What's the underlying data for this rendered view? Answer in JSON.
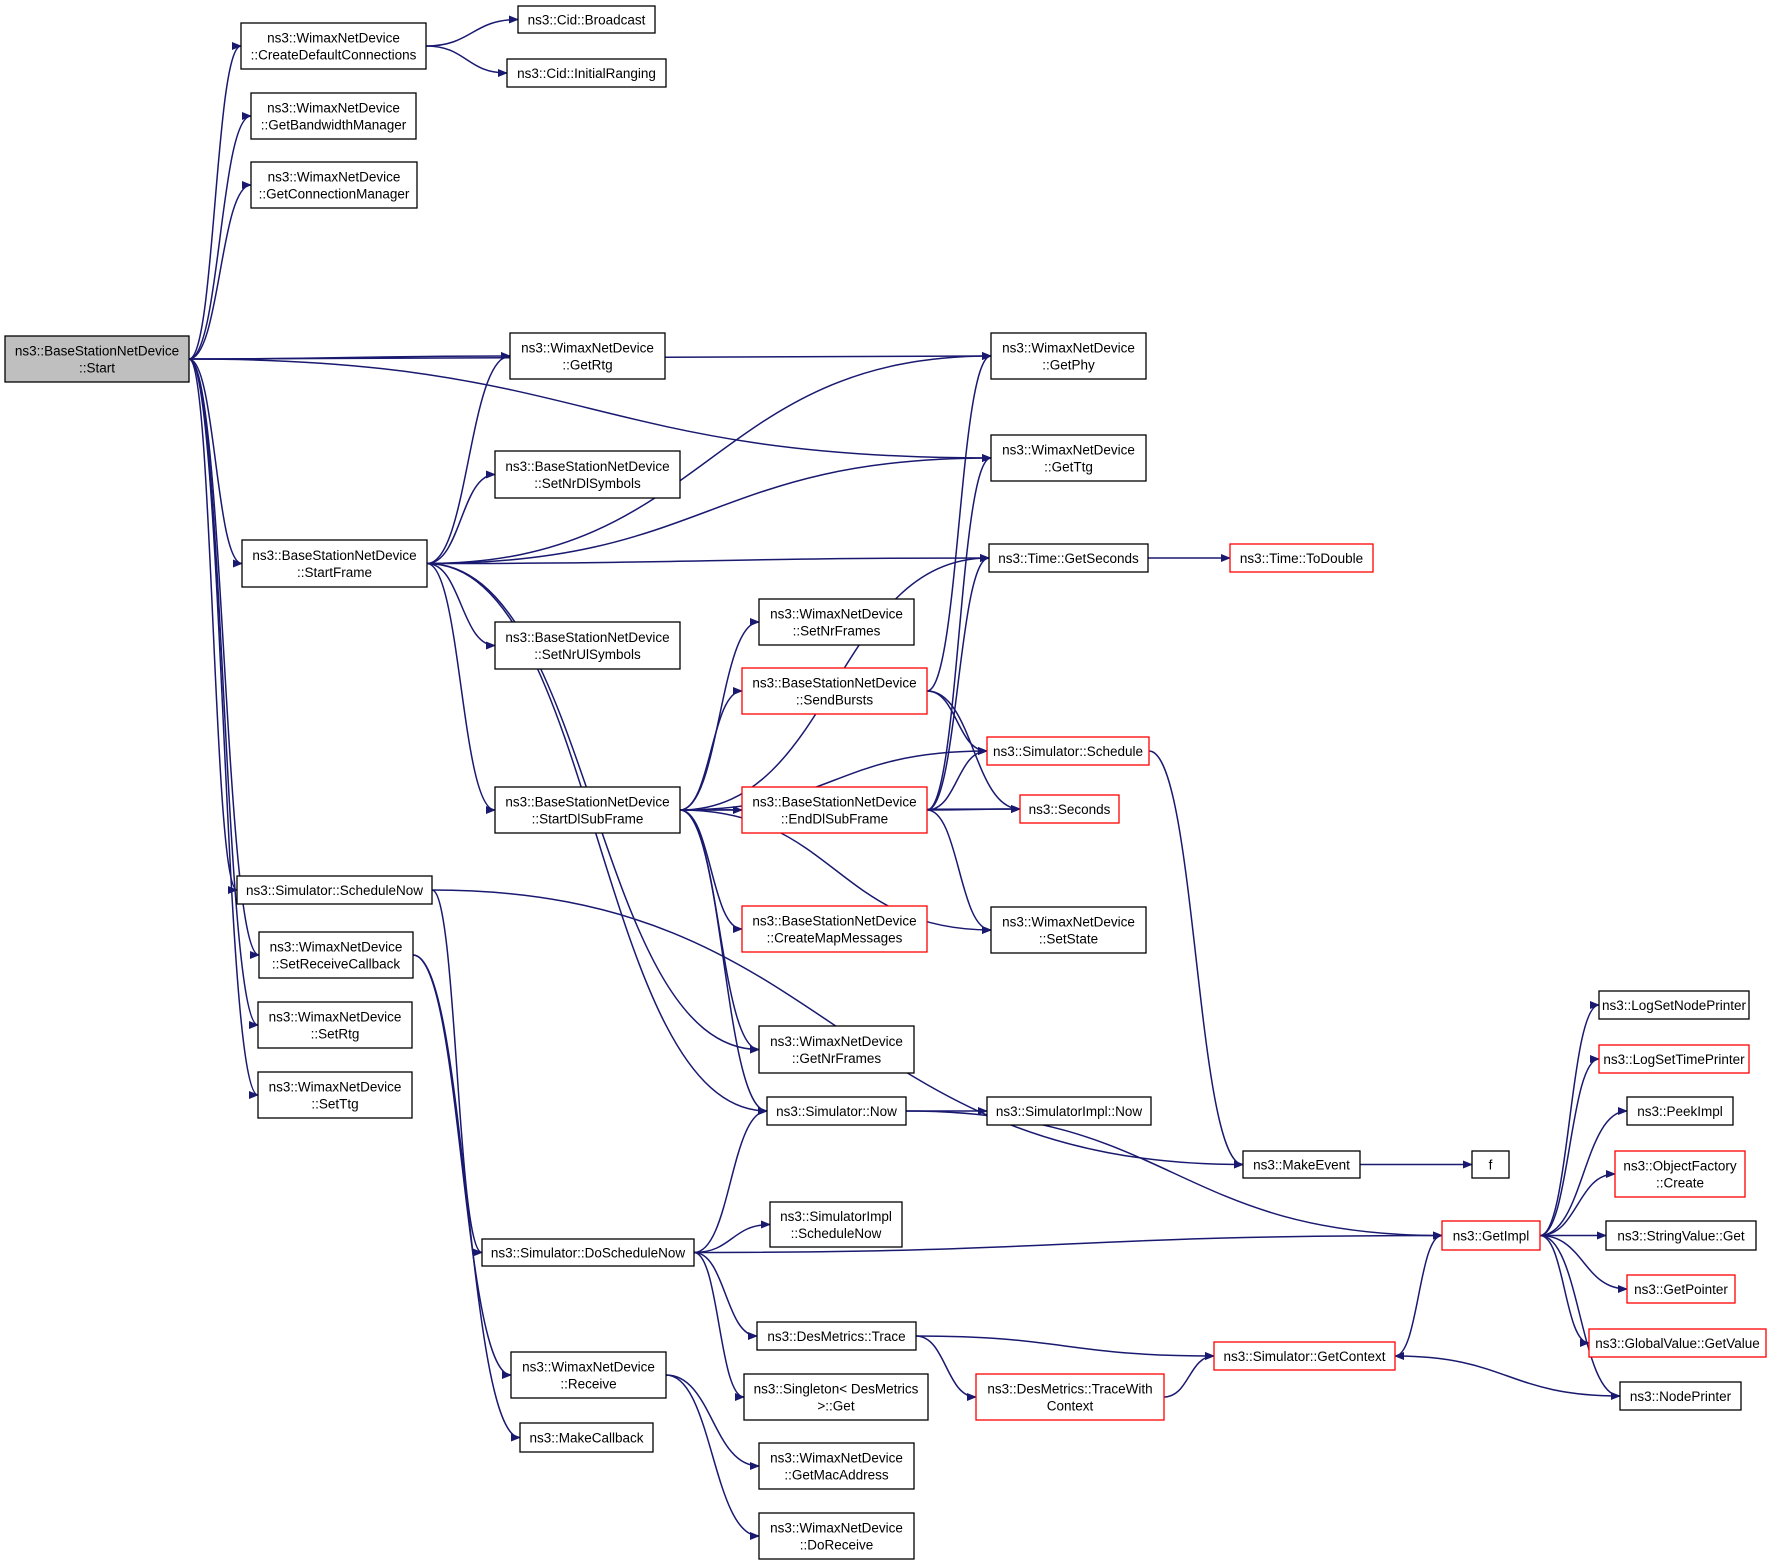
{
  "colors": {
    "edge": "#191970",
    "node_border": "#000000",
    "truncated_node_border": "#ff0000",
    "root_fill": "#bfbfbf",
    "background": "#ffffff"
  },
  "nodes": {
    "start": {
      "lines": [
        "ns3::BaseStationNetDevice",
        "::Start"
      ],
      "style": "root"
    },
    "create_default_connections": {
      "lines": [
        "ns3::WimaxNetDevice",
        "::CreateDefaultConnections"
      ],
      "style": "normal"
    },
    "get_bandwidth_manager": {
      "lines": [
        "ns3::WimaxNetDevice",
        "::GetBandwidthManager"
      ],
      "style": "normal"
    },
    "get_connection_manager": {
      "lines": [
        "ns3::WimaxNetDevice",
        "::GetConnectionManager"
      ],
      "style": "normal"
    },
    "cid_broadcast": {
      "lines": [
        "ns3::Cid::Broadcast"
      ],
      "style": "normal"
    },
    "cid_initial_ranging": {
      "lines": [
        "ns3::Cid::InitialRanging"
      ],
      "style": "normal"
    },
    "get_rtg": {
      "lines": [
        "ns3::WimaxNetDevice",
        "::GetRtg"
      ],
      "style": "normal"
    },
    "get_phy": {
      "lines": [
        "ns3::WimaxNetDevice",
        "::GetPhy"
      ],
      "style": "normal"
    },
    "get_ttg": {
      "lines": [
        "ns3::WimaxNetDevice",
        "::GetTtg"
      ],
      "style": "normal"
    },
    "set_nr_dl_symbols": {
      "lines": [
        "ns3::BaseStationNetDevice",
        "::SetNrDlSymbols"
      ],
      "style": "normal"
    },
    "start_frame": {
      "lines": [
        "ns3::BaseStationNetDevice",
        "::StartFrame"
      ],
      "style": "normal"
    },
    "time_get_seconds": {
      "lines": [
        "ns3::Time::GetSeconds"
      ],
      "style": "normal"
    },
    "time_to_double": {
      "lines": [
        "ns3::Time::ToDouble"
      ],
      "style": "truncated"
    },
    "set_nr_frames": {
      "lines": [
        "ns3::WimaxNetDevice",
        "::SetNrFrames"
      ],
      "style": "normal"
    },
    "set_nr_ul_symbols": {
      "lines": [
        "ns3::BaseStationNetDevice",
        "::SetNrUlSymbols"
      ],
      "style": "normal"
    },
    "send_bursts": {
      "lines": [
        "ns3::BaseStationNetDevice",
        "::SendBursts"
      ],
      "style": "truncated"
    },
    "simulator_schedule": {
      "lines": [
        "ns3::Simulator::Schedule"
      ],
      "style": "truncated"
    },
    "start_dl_subframe": {
      "lines": [
        "ns3::BaseStationNetDevice",
        "::StartDlSubFrame"
      ],
      "style": "normal"
    },
    "end_dl_subframe": {
      "lines": [
        "ns3::BaseStationNetDevice",
        "::EndDlSubFrame"
      ],
      "style": "truncated"
    },
    "seconds": {
      "lines": [
        "ns3::Seconds"
      ],
      "style": "truncated"
    },
    "simulator_schedule_now": {
      "lines": [
        "ns3::Simulator::ScheduleNow"
      ],
      "style": "normal"
    },
    "create_map_messages": {
      "lines": [
        "ns3::BaseStationNetDevice",
        "::CreateMapMessages"
      ],
      "style": "truncated"
    },
    "set_state": {
      "lines": [
        "ns3::WimaxNetDevice",
        "::SetState"
      ],
      "style": "normal"
    },
    "set_receive_callback": {
      "lines": [
        "ns3::WimaxNetDevice",
        "::SetReceiveCallback"
      ],
      "style": "normal"
    },
    "set_rtg": {
      "lines": [
        "ns3::WimaxNetDevice",
        "::SetRtg"
      ],
      "style": "normal"
    },
    "set_ttg": {
      "lines": [
        "ns3::WimaxNetDevice",
        "::SetTtg"
      ],
      "style": "normal"
    },
    "log_set_node_printer": {
      "lines": [
        "ns3::LogSetNodePrinter"
      ],
      "style": "normal"
    },
    "get_nr_frames": {
      "lines": [
        "ns3::WimaxNetDevice",
        "::GetNrFrames"
      ],
      "style": "normal"
    },
    "log_set_time_printer": {
      "lines": [
        "ns3::LogSetTimePrinter"
      ],
      "style": "truncated"
    },
    "simulator_now": {
      "lines": [
        "ns3::Simulator::Now"
      ],
      "style": "normal"
    },
    "simulator_impl_now": {
      "lines": [
        "ns3::SimulatorImpl::Now"
      ],
      "style": "normal"
    },
    "peek_impl": {
      "lines": [
        "ns3::PeekImpl"
      ],
      "style": "normal"
    },
    "make_event": {
      "lines": [
        "ns3::MakeEvent"
      ],
      "style": "normal"
    },
    "f": {
      "lines": [
        "f"
      ],
      "style": "normal"
    },
    "object_factory_create": {
      "lines": [
        "ns3::ObjectFactory",
        "::Create"
      ],
      "style": "truncated"
    },
    "simulator_impl_schedule_now": {
      "lines": [
        "ns3::SimulatorImpl",
        "::ScheduleNow"
      ],
      "style": "normal"
    },
    "simulator_do_schedule_now": {
      "lines": [
        "ns3::Simulator::DoScheduleNow"
      ],
      "style": "normal"
    },
    "get_impl": {
      "lines": [
        "ns3::GetImpl"
      ],
      "style": "truncated"
    },
    "string_value_get": {
      "lines": [
        "ns3::StringValue::Get"
      ],
      "style": "normal"
    },
    "get_pointer": {
      "lines": [
        "ns3::GetPointer"
      ],
      "style": "truncated"
    },
    "des_metrics_trace": {
      "lines": [
        "ns3::DesMetrics::Trace"
      ],
      "style": "normal"
    },
    "global_value_get_value": {
      "lines": [
        "ns3::GlobalValue::GetValue"
      ],
      "style": "truncated"
    },
    "simulator_get_context": {
      "lines": [
        "ns3::Simulator::GetContext"
      ],
      "style": "truncated"
    },
    "wimax_receive": {
      "lines": [
        "ns3::WimaxNetDevice",
        "::Receive"
      ],
      "style": "normal"
    },
    "singleton_get": {
      "lines": [
        "ns3::Singleton< DesMetrics",
        " >::Get"
      ],
      "style": "normal"
    },
    "trace_with_context": {
      "lines": [
        "ns3::DesMetrics::TraceWith",
        "Context"
      ],
      "style": "truncated"
    },
    "node_printer": {
      "lines": [
        "ns3::NodePrinter"
      ],
      "style": "normal"
    },
    "make_callback": {
      "lines": [
        "ns3::MakeCallback"
      ],
      "style": "normal"
    },
    "get_mac_address": {
      "lines": [
        "ns3::WimaxNetDevice",
        "::GetMacAddress"
      ],
      "style": "normal"
    },
    "do_receive": {
      "lines": [
        "ns3::WimaxNetDevice",
        "::DoReceive"
      ],
      "style": "normal"
    }
  },
  "edges": [
    [
      "start",
      "create_default_connections"
    ],
    [
      "start",
      "get_bandwidth_manager"
    ],
    [
      "start",
      "get_connection_manager"
    ],
    [
      "start",
      "get_phy"
    ],
    [
      "start",
      "get_ttg"
    ],
    [
      "start",
      "get_rtg"
    ],
    [
      "start",
      "start_frame"
    ],
    [
      "start",
      "simulator_schedule_now"
    ],
    [
      "start",
      "set_receive_callback"
    ],
    [
      "start",
      "set_rtg"
    ],
    [
      "start",
      "set_ttg"
    ],
    [
      "create_default_connections",
      "cid_broadcast"
    ],
    [
      "create_default_connections",
      "cid_initial_ranging"
    ],
    [
      "start_frame",
      "get_rtg"
    ],
    [
      "start_frame",
      "get_phy"
    ],
    [
      "start_frame",
      "set_nr_dl_symbols"
    ],
    [
      "start_frame",
      "get_ttg"
    ],
    [
      "start_frame",
      "time_get_seconds"
    ],
    [
      "start_frame",
      "set_nr_ul_symbols"
    ],
    [
      "start_frame",
      "start_dl_subframe"
    ],
    [
      "start_frame",
      "get_nr_frames"
    ],
    [
      "start_frame",
      "simulator_now"
    ],
    [
      "time_get_seconds",
      "time_to_double"
    ],
    [
      "start_dl_subframe",
      "time_get_seconds"
    ],
    [
      "start_dl_subframe",
      "set_nr_frames"
    ],
    [
      "start_dl_subframe",
      "send_bursts"
    ],
    [
      "start_dl_subframe",
      "simulator_schedule"
    ],
    [
      "start_dl_subframe",
      "end_dl_subframe"
    ],
    [
      "start_dl_subframe",
      "seconds"
    ],
    [
      "start_dl_subframe",
      "create_map_messages"
    ],
    [
      "start_dl_subframe",
      "set_state"
    ],
    [
      "start_dl_subframe",
      "get_nr_frames"
    ],
    [
      "start_dl_subframe",
      "simulator_now"
    ],
    [
      "send_bursts",
      "get_phy"
    ],
    [
      "send_bursts",
      "simulator_schedule"
    ],
    [
      "send_bursts",
      "seconds"
    ],
    [
      "end_dl_subframe",
      "get_ttg"
    ],
    [
      "end_dl_subframe",
      "time_get_seconds"
    ],
    [
      "end_dl_subframe",
      "simulator_schedule"
    ],
    [
      "end_dl_subframe",
      "seconds"
    ],
    [
      "end_dl_subframe",
      "set_state"
    ],
    [
      "simulator_schedule",
      "make_event"
    ],
    [
      "simulator_schedule_now",
      "make_event"
    ],
    [
      "simulator_schedule_now",
      "simulator_do_schedule_now"
    ],
    [
      "set_receive_callback",
      "wimax_receive"
    ],
    [
      "set_receive_callback",
      "make_callback"
    ],
    [
      "simulator_now",
      "simulator_impl_now"
    ],
    [
      "simulator_now",
      "get_impl"
    ],
    [
      "make_event",
      "f"
    ],
    [
      "simulator_do_schedule_now",
      "simulator_now"
    ],
    [
      "simulator_do_schedule_now",
      "simulator_impl_schedule_now"
    ],
    [
      "simulator_do_schedule_now",
      "get_impl"
    ],
    [
      "simulator_do_schedule_now",
      "des_metrics_trace"
    ],
    [
      "simulator_do_schedule_now",
      "singleton_get"
    ],
    [
      "des_metrics_trace",
      "simulator_get_context"
    ],
    [
      "des_metrics_trace",
      "trace_with_context"
    ],
    [
      "trace_with_context",
      "simulator_get_context"
    ],
    [
      "simulator_get_context",
      "get_impl"
    ],
    [
      "get_impl",
      "log_set_node_printer"
    ],
    [
      "get_impl",
      "log_set_time_printer"
    ],
    [
      "get_impl",
      "peek_impl"
    ],
    [
      "get_impl",
      "object_factory_create"
    ],
    [
      "get_impl",
      "string_value_get"
    ],
    [
      "get_impl",
      "get_pointer"
    ],
    [
      "get_impl",
      "global_value_get_value"
    ],
    [
      "get_impl",
      "node_printer"
    ],
    [
      "node_printer",
      "simulator_get_context"
    ],
    [
      "wimax_receive",
      "get_mac_address"
    ],
    [
      "wimax_receive",
      "do_receive"
    ]
  ]
}
